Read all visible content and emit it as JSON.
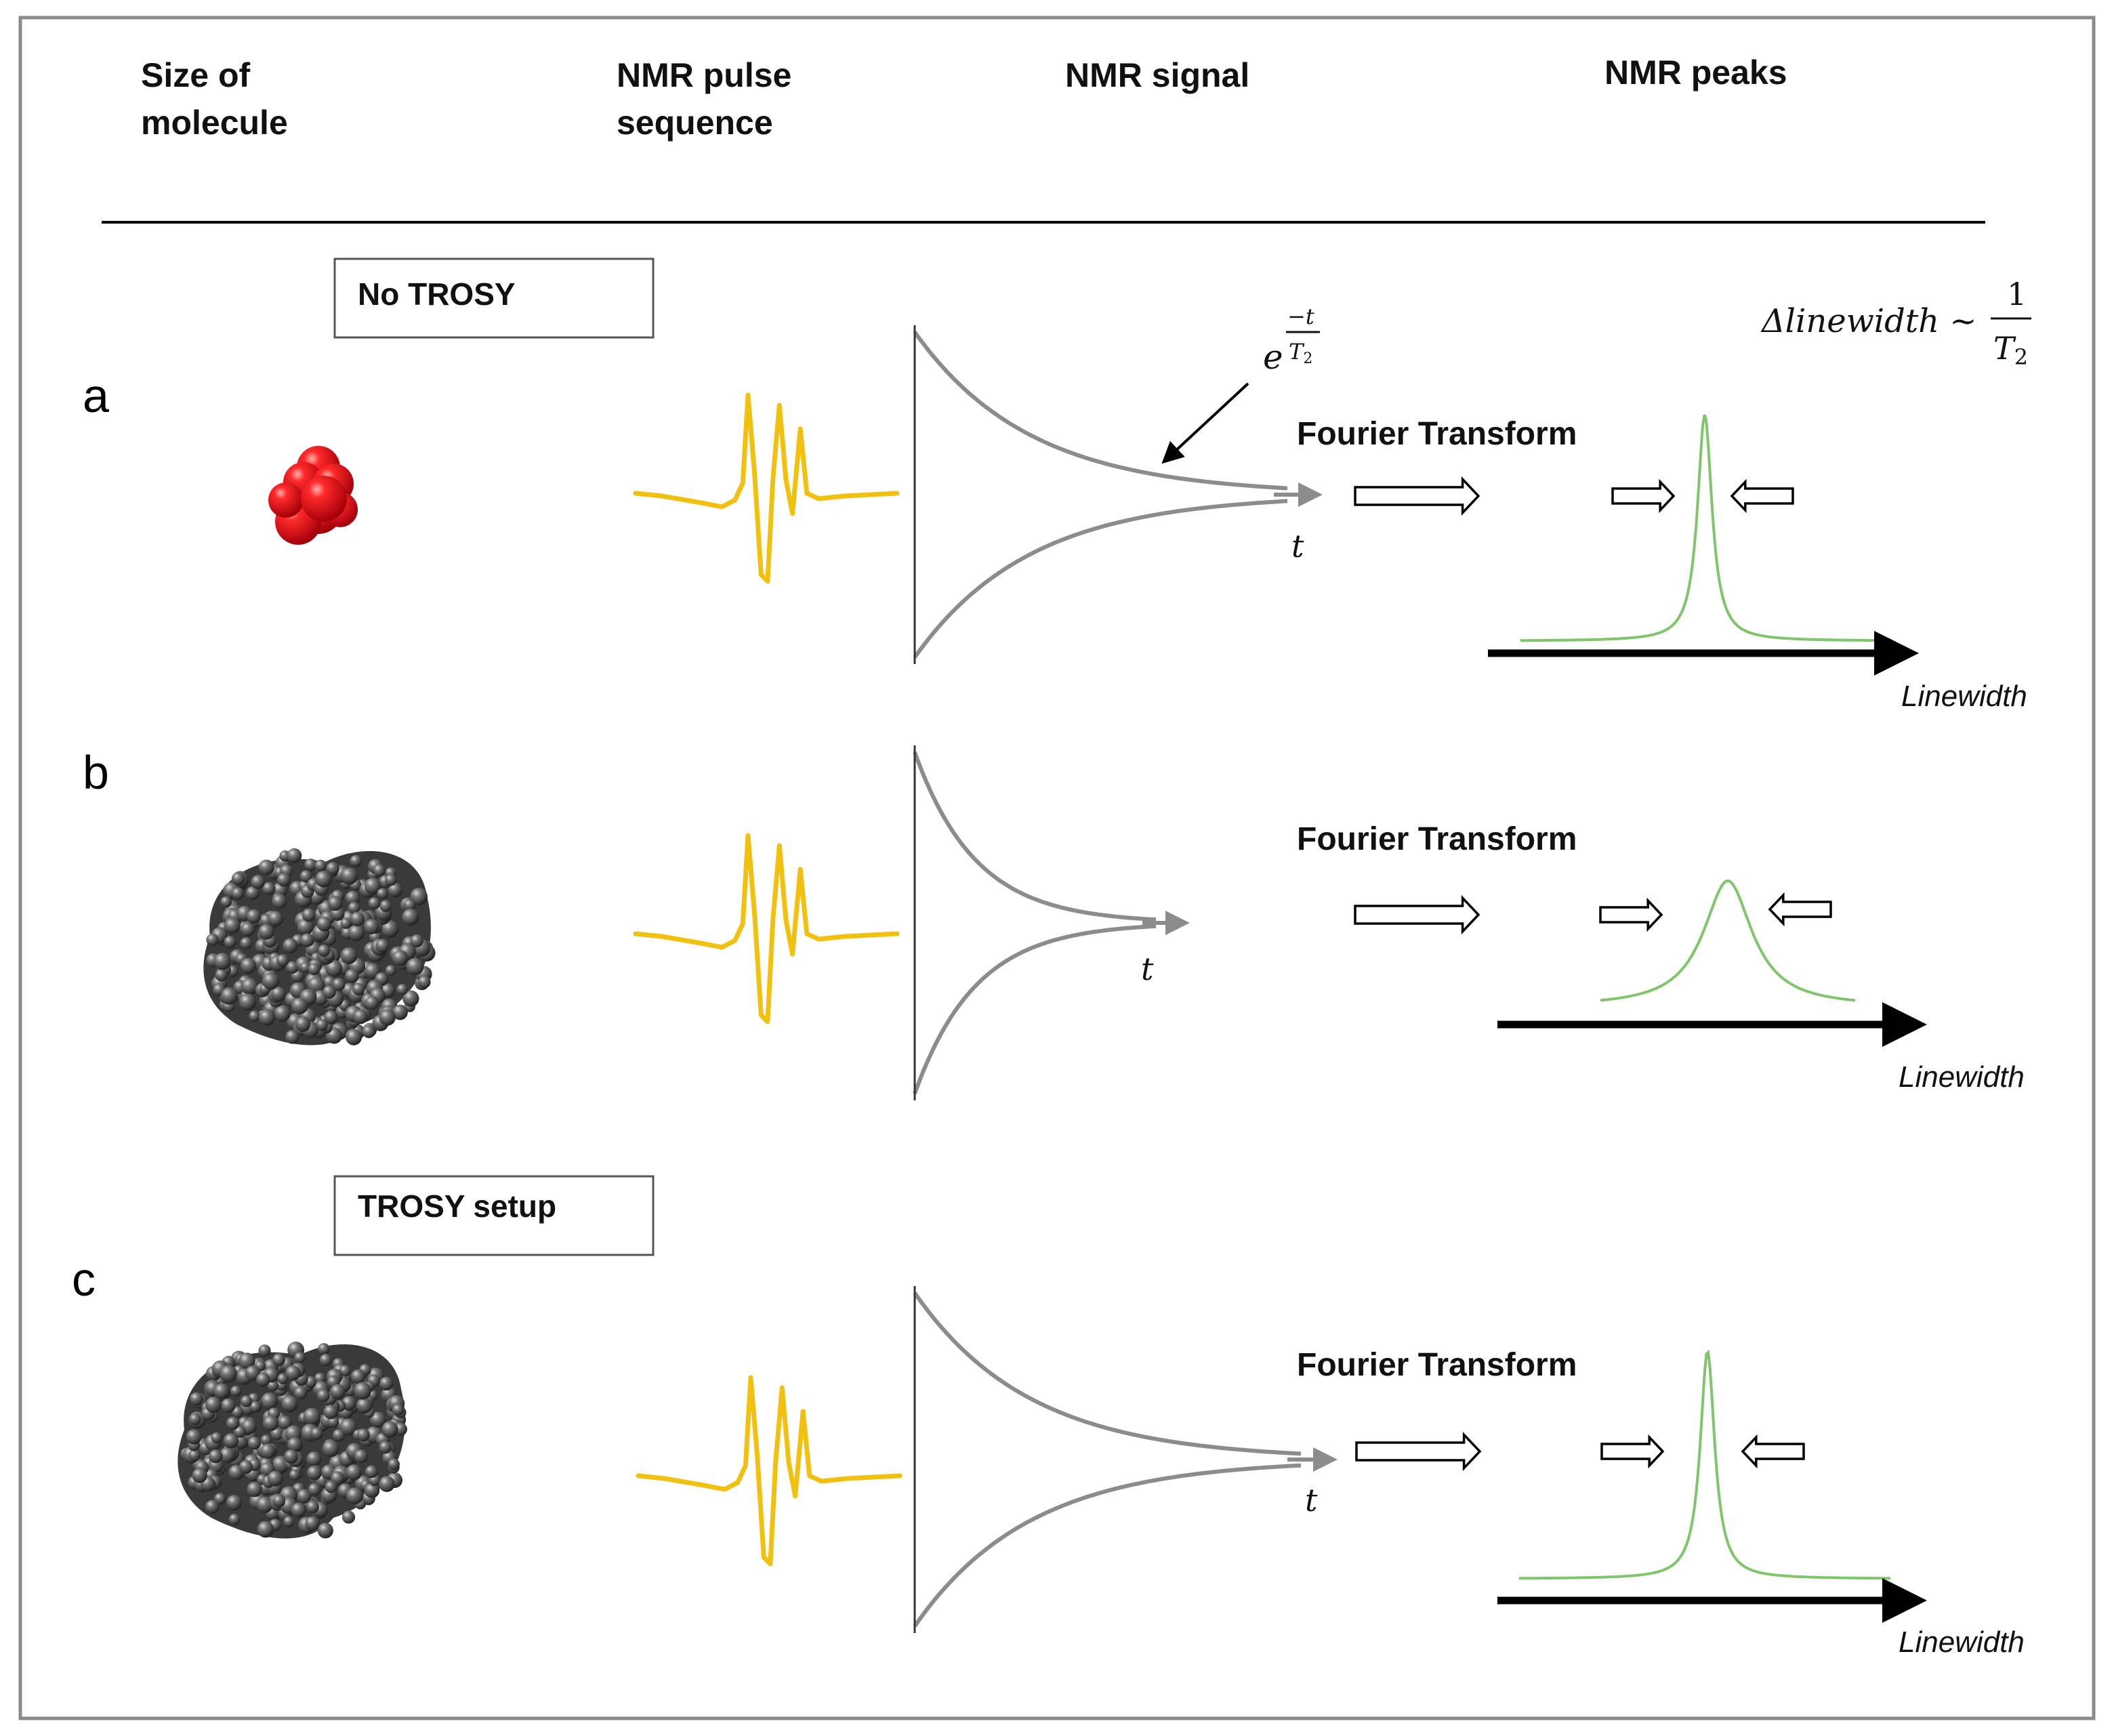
{
  "headers": {
    "size_line1": "Size of",
    "size_line2": "molecule",
    "pulse_line1": "NMR pulse",
    "pulse_line2": "sequence",
    "signal": "NMR signal",
    "peaks": "NMR peaks"
  },
  "boxes": {
    "no_trosy": "No TROSY",
    "trosy_setup": "TROSY setup"
  },
  "rows": [
    {
      "label": "a",
      "ft": "Fourier Transform",
      "t": "t",
      "linewidth": "Linewidth"
    },
    {
      "label": "b",
      "ft": "Fourier Transform",
      "t": "t",
      "linewidth": "Linewidth"
    },
    {
      "label": "c",
      "ft": "Fourier Transform",
      "t": "t",
      "linewidth": "Linewidth"
    }
  ],
  "equations": {
    "decay_base": "e",
    "decay_num": "−t",
    "decay_den_T": "T",
    "decay_den_sub": "2",
    "relation_lhs": "Δlinewidth ~",
    "relation_num": "1",
    "relation_den_T": "T",
    "relation_den_sub": "2"
  },
  "colors": {
    "pulse": "#F2C10F",
    "signal": "#8C8C8C",
    "peak": "#7FC66A",
    "small_molecule": "#E8101A",
    "protein": "#5A5A5A"
  }
}
